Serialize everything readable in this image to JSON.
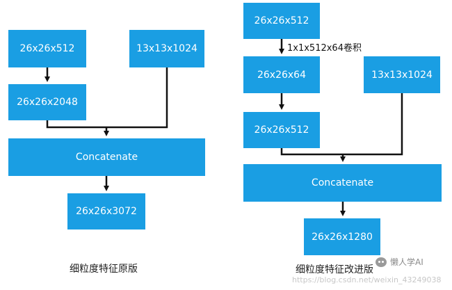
{
  "left_diagram": {
    "box_a": "26x26x512",
    "box_b": "13x13x1024",
    "box_c": "26x26x2048",
    "concat": "Concatenate",
    "output": "26x26x3072",
    "caption": "细粒度特征原版"
  },
  "right_diagram": {
    "box_a": "26x26x512",
    "conv_label": "1x1x512x64卷积",
    "box_b": "26x26x64",
    "box_c": "13x13x1024",
    "box_d": "26x26x512",
    "concat": "Concatenate",
    "output": "26x26x1280",
    "caption": "细粒度特征改进版"
  },
  "wechat_watermark": "懒人学AI",
  "url_watermark": "https://blog.csdn.net/weixin_43249038",
  "colors": {
    "box": "#1a9ee3",
    "line": "#111111"
  }
}
